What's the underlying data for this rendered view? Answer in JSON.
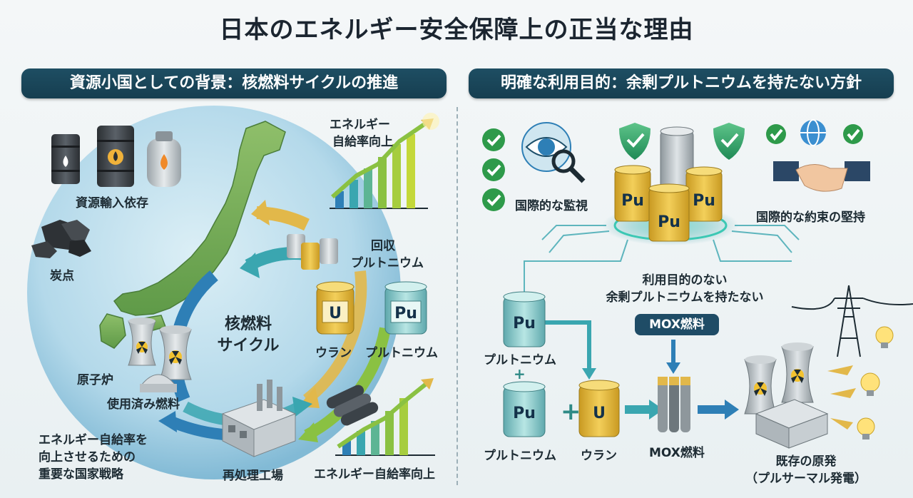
{
  "title": "日本のエネルギー安全保障上の正当な理由",
  "left_panel": {
    "banner": "資源小国としての背景：核燃料サイクルの推進",
    "resource_import": "資源輸入依存",
    "coal": "炭点",
    "self_sufficiency_top_line1": "エネルギー",
    "self_sufficiency_top_line2": "自給率向上",
    "recovered_pu_line1": "回収",
    "recovered_pu_line2": "プルトニウム",
    "cycle_line1": "核燃料",
    "cycle_line2": "サイクル",
    "uranium_symbol": "U",
    "uranium_label": "ウラン",
    "plutonium_symbol": "Pu",
    "plutonium_label": "プルトニウム",
    "reactor": "原子炉",
    "spent_fuel": "使用済み燃料",
    "strategy_line1": "エネルギー自給率を",
    "strategy_line2": "向上させるための",
    "strategy_line3": "重要な国家戦略",
    "reprocessing": "再処理工場",
    "self_sufficiency_bottom": "エネルギー自給率向上"
  },
  "right_panel": {
    "banner": "明確な利用目的：余剰プルトニウムを持たない方針",
    "monitoring": "国際的な監視",
    "commitment": "国際的な約束の堅持",
    "pu_symbol": "Pu",
    "no_surplus_line1": "利用目的のない",
    "no_surplus_line2": "余剰プルトニウムを持たない",
    "mox_tag": "MOX燃料",
    "plutonium_label": "プルトニウム",
    "plus": "+",
    "uranium_symbol": "U",
    "uranium_label": "ウラン",
    "mox_label": "MOX燃料",
    "plant_line1": "既存の原発",
    "plant_line2": "（プルサーマル発電）"
  },
  "colors": {
    "banner": "#1a4558",
    "green_check": "#2e9a4a",
    "uranium_can": "#e0b53a",
    "plutonium_can": "#8ccfd0",
    "arrow_gold": "#e2b84a",
    "arrow_teal": "#3aa6b0",
    "arrow_blue": "#2e7fb6",
    "growth_green": "#8ac142"
  },
  "icons": [
    "oil-barrel-icon",
    "gas-cylinder-icon",
    "coal-icon",
    "japan-map",
    "globe",
    "cooling-tower-icon",
    "factory-icon",
    "eye-magnifier-icon",
    "shield-check-icon",
    "check-icon",
    "handshake-icon",
    "globe-icon",
    "lightbulb-icon",
    "pylon-icon",
    "growth-chart-icon"
  ]
}
